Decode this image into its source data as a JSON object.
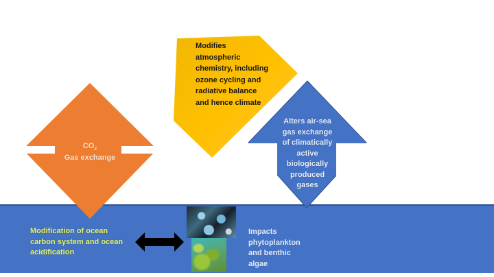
{
  "diagram": {
    "yellow_box": {
      "lines": [
        "Modifies",
        "atmospheric",
        "chemistry, including",
        "ozone cycling and",
        "radiative balance",
        "and hence climate"
      ],
      "color": "#FFC000"
    },
    "orange_diamond": {
      "formula_main": "CO",
      "formula_sub": "2",
      "label": "Gas exchange",
      "color": "#ED7D31"
    },
    "blue_diamond": {
      "lines": [
        "Alters air-sea",
        "gas exchange",
        "of climatically",
        "active",
        "biologically",
        "produced",
        "gases"
      ],
      "color": "#4472C4"
    },
    "ocean": {
      "color": "#4472C4",
      "left_text_lines": [
        "Modification of ocean",
        "carbon system and ocean",
        "acidification"
      ],
      "right_text_lines": [
        "Impacts",
        "phytoplankton",
        "and benthic",
        "algae"
      ],
      "images": [
        "microplastics-photo",
        "seaweed-photo"
      ],
      "arrow": "double-headed-arrow"
    }
  }
}
